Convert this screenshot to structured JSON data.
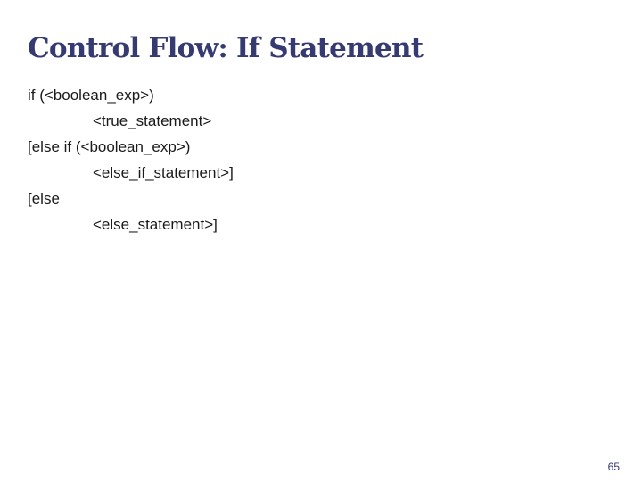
{
  "slide": {
    "title": "Control Flow: If Statement",
    "lines": [
      "if (<boolean_exp>)",
      "<true_statement>",
      "[else if (<boolean_exp>)",
      "<else_if_statement>]",
      "[else",
      "<else_statement>]"
    ],
    "page_number": "65"
  },
  "colors": {
    "title": "#353a70",
    "body_text": "#1a1a1a",
    "page_number": "#353a70",
    "background": "#ffffff"
  }
}
